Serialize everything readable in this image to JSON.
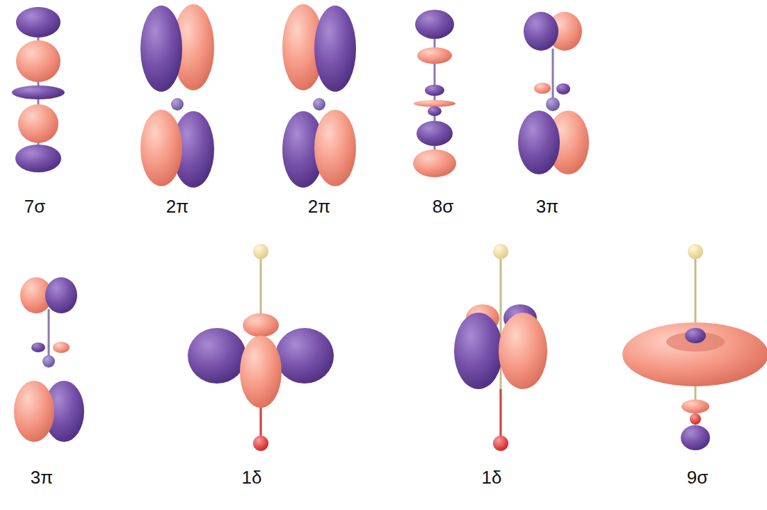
{
  "diagram": {
    "labels": [
      "7σ",
      "2π",
      "2π",
      "8σ",
      "3π",
      "3π",
      "1δ",
      "1δ",
      "9σ"
    ]
  }
}
